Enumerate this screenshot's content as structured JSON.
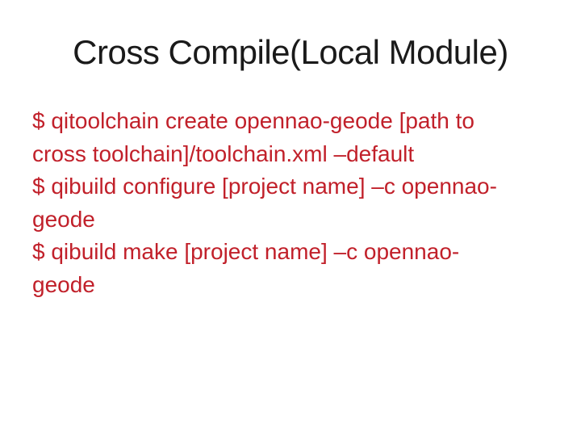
{
  "slide": {
    "title": "Cross Compile(Local Module)",
    "body_lines": [
      "$ qitoolchain create opennao-geode [path to",
      "cross toolchain]/toolchain.xml –default",
      "$ qibuild configure [project name] –c opennao-",
      "geode",
      "$ qibuild make [project name] –c opennao-",
      "geode"
    ],
    "colors": {
      "background": "#ffffff",
      "title_text": "#1a1a1a",
      "body_text": "#c1202a"
    }
  }
}
